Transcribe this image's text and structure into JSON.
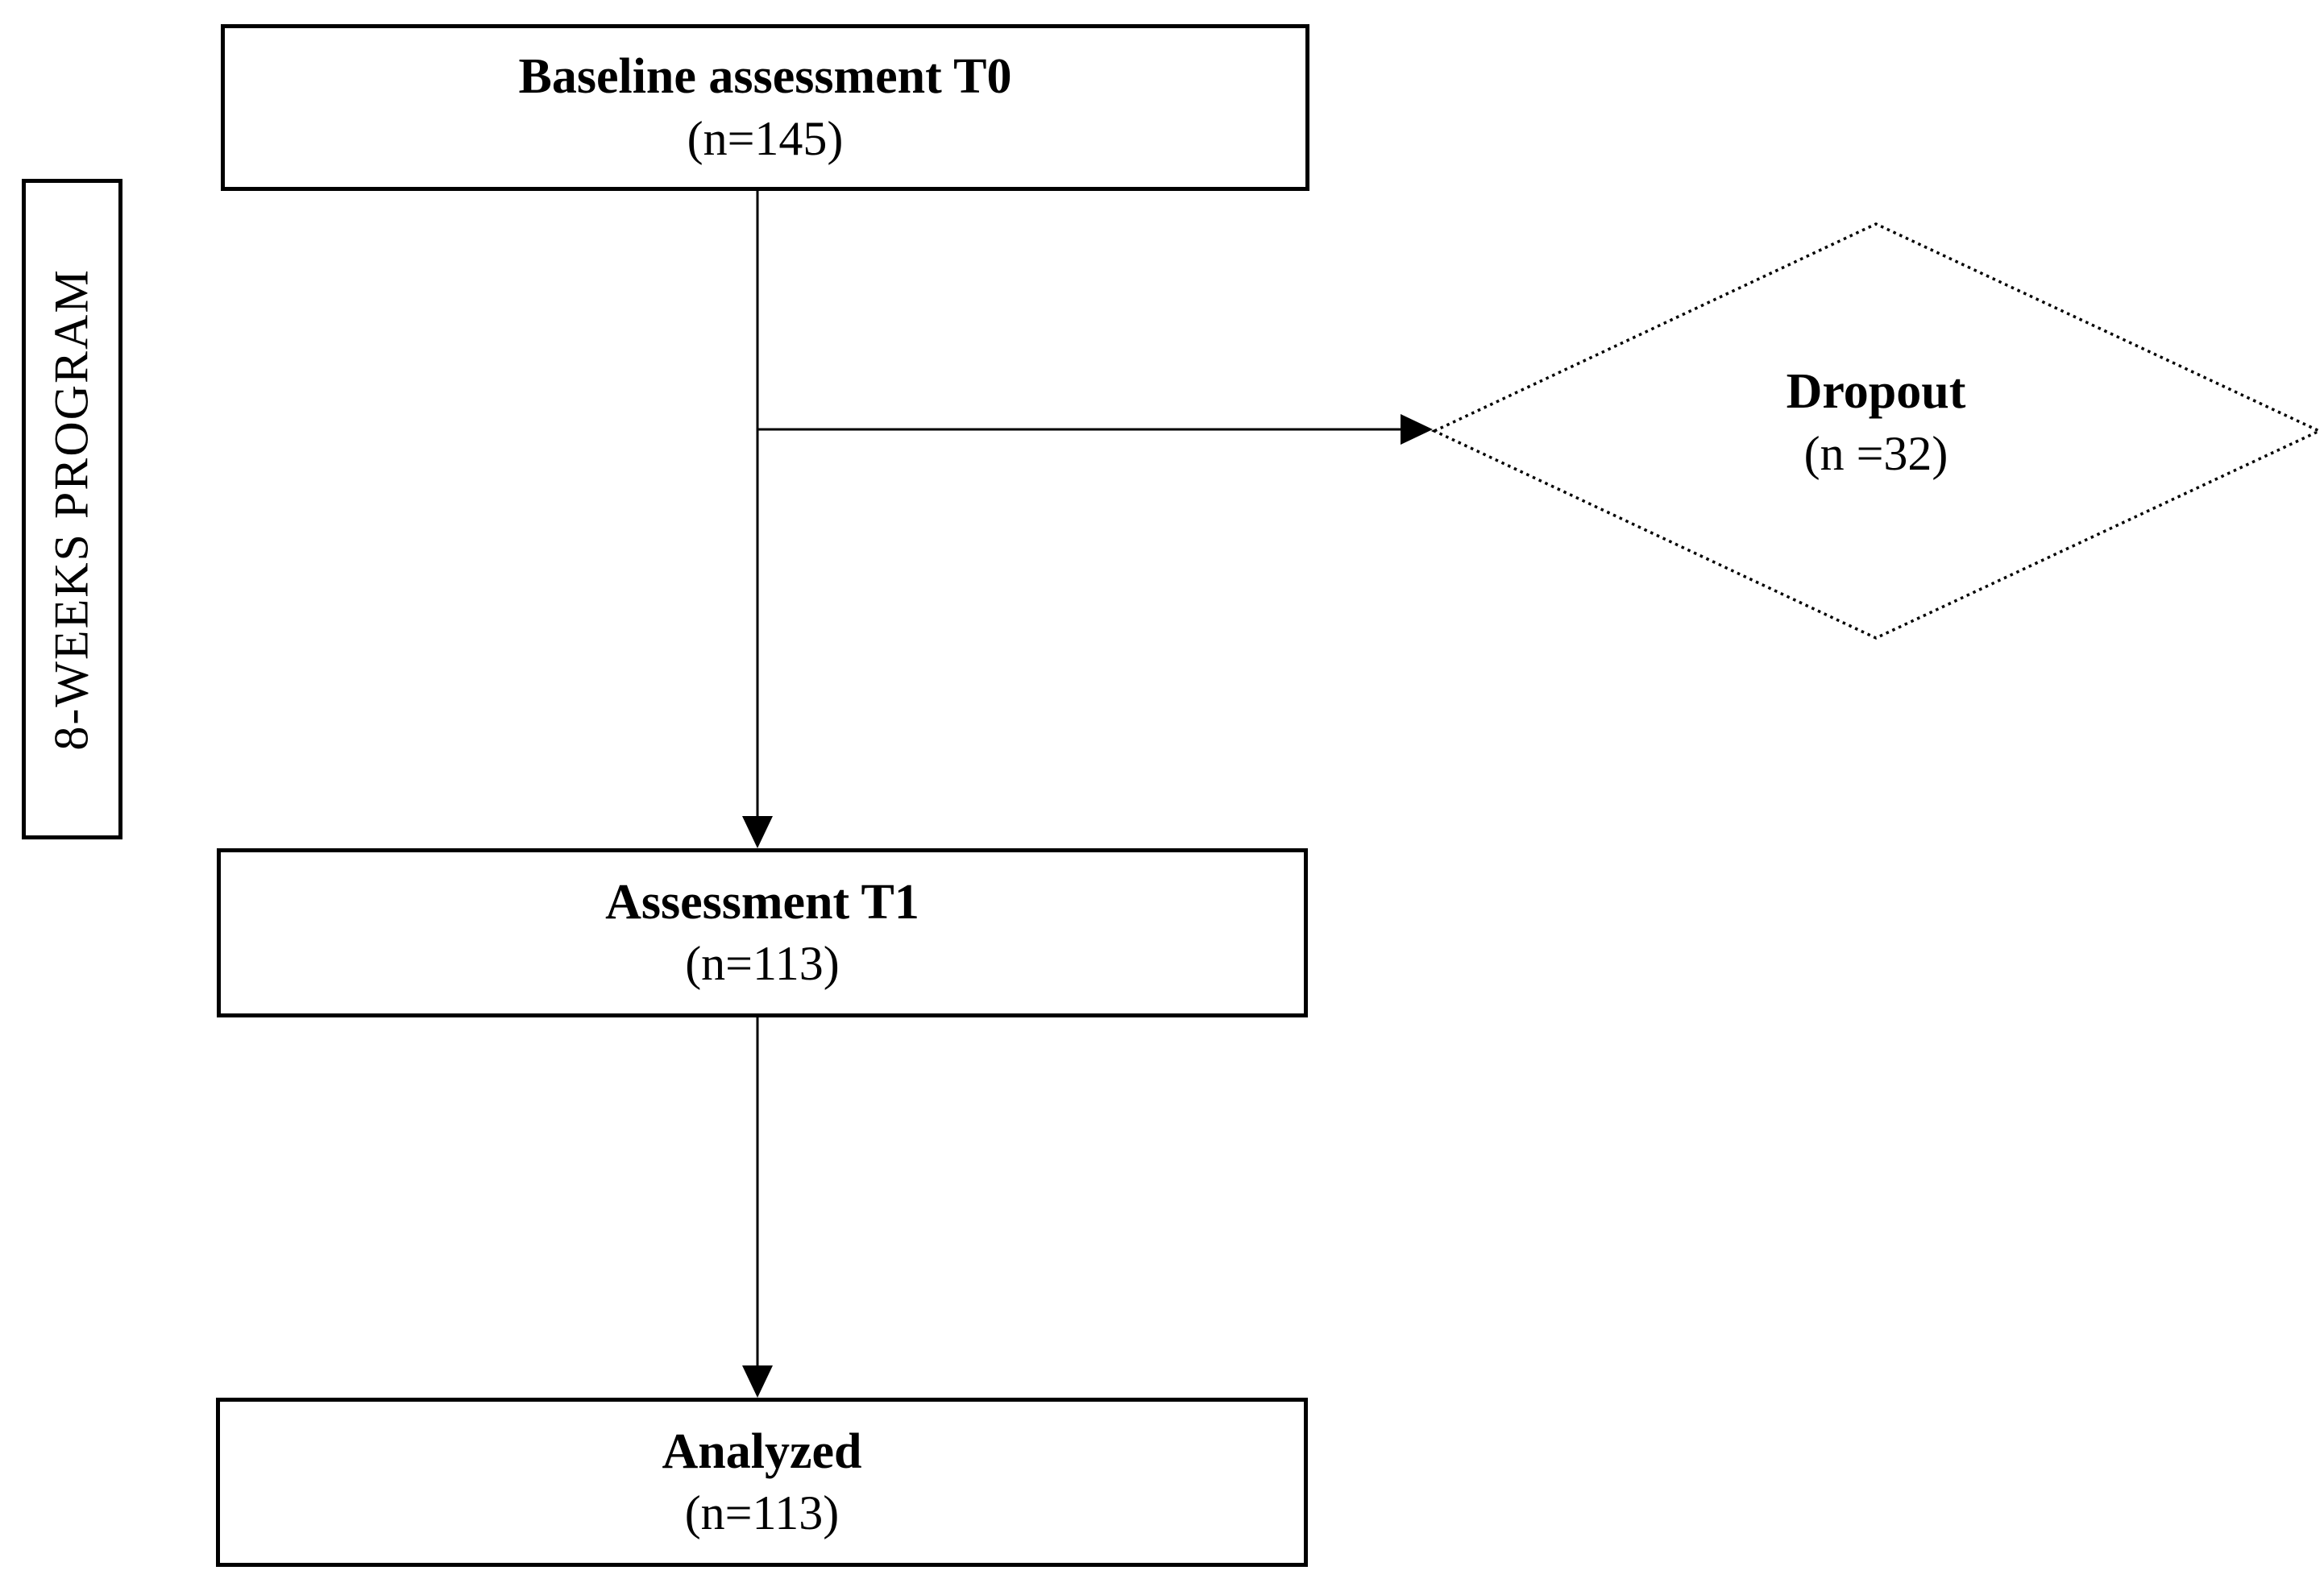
{
  "diagram": {
    "side_label": "8-WEEKS PROGRAM",
    "boxes": [
      {
        "title": "Baseline assessment T0",
        "subtitle": "(n=145)"
      },
      {
        "title": "Assessment T1",
        "subtitle": "(n=113)"
      },
      {
        "title": "Analyzed",
        "subtitle": "(n=113)"
      }
    ],
    "dropout": {
      "title": "Dropout",
      "subtitle": "(n =32)"
    },
    "colors": {
      "line": "#000000",
      "text": "#000000",
      "box_fill": "#ffffff",
      "background": "#ffffff"
    }
  }
}
